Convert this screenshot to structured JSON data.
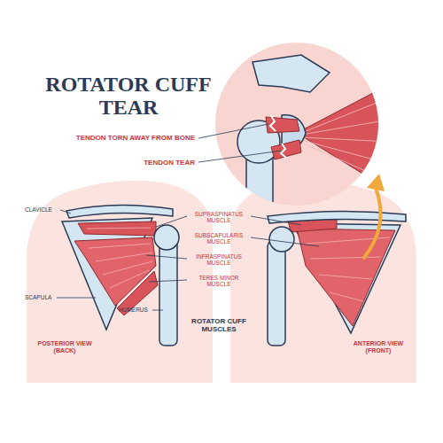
{
  "diagram": {
    "title": "ROTATOR CUFF TEAR",
    "labels": [
      "TENDON TORN AWAY FROM BONE",
      "TENDON TEAR",
      "CLAVICLE",
      "SCAPULA",
      "HUMERUS",
      "SUPRASPINATUS MUSCLE",
      "SUBSCAPULARIS MUSCLE",
      "INFRASPINATUS MUSCLE",
      "TERES MINOR MUSCLE",
      "ROTATOR CUFF MUSCLES",
      "POSTERIOR VIEW (BACK)",
      "ANTERIOR VIEW (FRONT)"
    ]
  }
}
